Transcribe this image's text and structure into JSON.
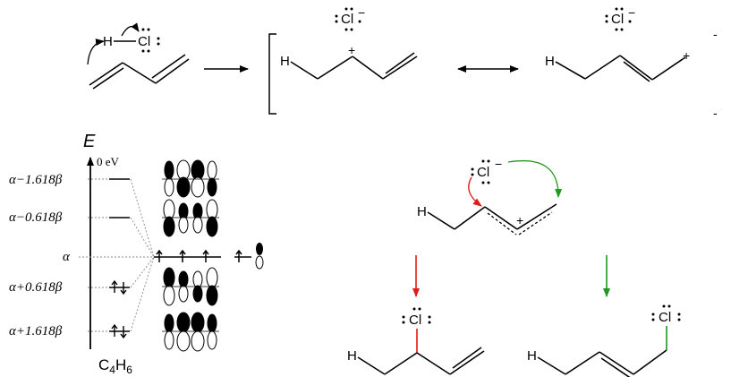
{
  "reaction": {
    "reactant_h": "H",
    "reactant_cl": "Cl",
    "resonance_left_h": "H",
    "resonance_left_cl": "Cl",
    "resonance_left_minus": "−",
    "resonance_left_plus": "+",
    "resonance_right_h": "H",
    "resonance_right_cl": "Cl",
    "resonance_right_minus": "−",
    "resonance_right_plus": "+",
    "bracket_charge_top": "-",
    "bracket_charge_bottom": "-"
  },
  "mo_diagram": {
    "axis_label": "E",
    "zero_label": "0 eV",
    "levels": [
      {
        "label": "α−1.618β"
      },
      {
        "label": "α−0.618β"
      },
      {
        "label": "α"
      },
      {
        "label": "α+0.618β"
      },
      {
        "label": "α+1.618β"
      }
    ],
    "formula_main": "C",
    "formula_sub1": "4",
    "formula_h": "H",
    "formula_sub2": "6"
  },
  "mechanism": {
    "ion_cl": "Cl",
    "ion_minus": "−",
    "ion_h": "H",
    "ion_plus": "+",
    "product12_h": "H",
    "product12_cl": "Cl",
    "product14_h": "H",
    "product14_cl": "Cl",
    "colors": {
      "red": "#e11b1b",
      "green": "#1e9a1e"
    }
  }
}
